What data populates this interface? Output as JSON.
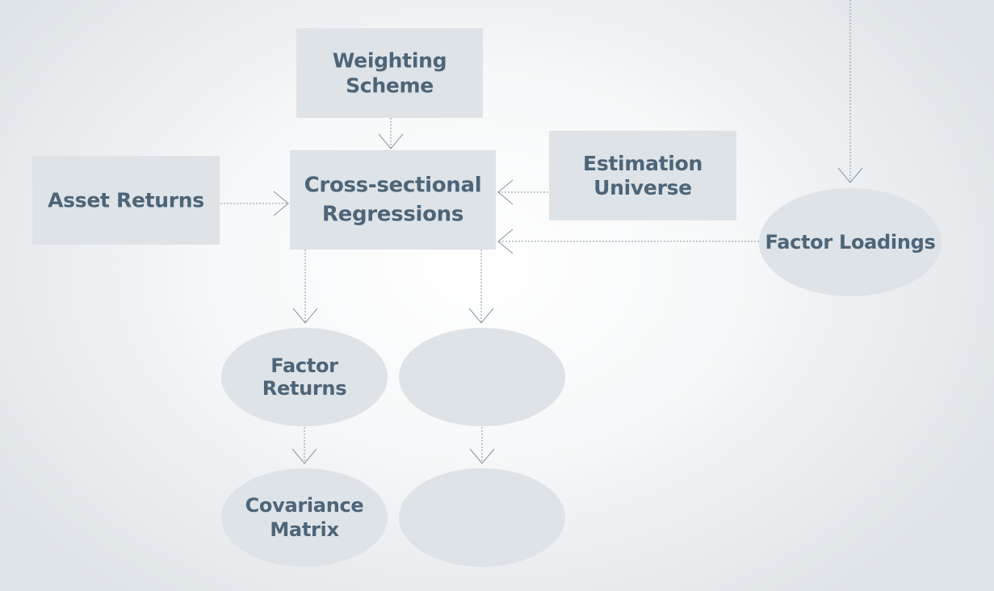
{
  "nodes": {
    "weighting_scheme": [
      "Weighting",
      "Scheme"
    ],
    "asset_returns": [
      "Asset Returns"
    ],
    "cross_sectional_regressions": [
      "Cross-sectional",
      "Regressions"
    ],
    "estimation_universe": [
      "Estimation",
      "Universe"
    ],
    "factor_loadings": [
      "Factor Loadings"
    ],
    "factor_returns": [
      "Factor",
      "Returns"
    ],
    "unlabeled_result": [],
    "covariance_matrix": [
      "Covariance",
      "Matrix"
    ],
    "unlabeled_result_2": []
  },
  "colors": {
    "node_fill": "#dee3e8",
    "text": "#4d6578",
    "connector": "#8596a3"
  }
}
